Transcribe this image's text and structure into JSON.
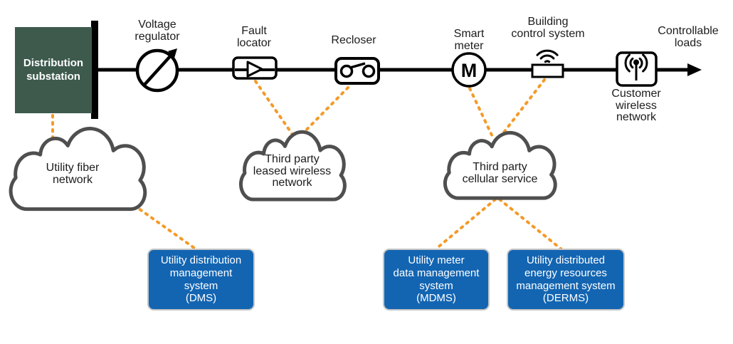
{
  "colors": {
    "link_orange": "#F49A28",
    "system_box_blue": "#1365B2",
    "substation_green": "#3D5A4D",
    "cloud_outline_gray": "#4F4F4F",
    "line_black": "#000000"
  },
  "feeder": {
    "substation_label": "Distribution\nsubstation",
    "voltage_regulator_label": "Voltage\nregulator",
    "fault_locator_label": "Fault\nlocator",
    "recloser_label": "Recloser",
    "smart_meter_label": "Smart\nmeter",
    "smart_meter_letter": "M",
    "building_control_label": "Building\ncontrol system",
    "customer_wireless_label": "Customer\nwireless\nnetwork",
    "controllable_loads_label": "Controllable\nloads"
  },
  "networks": {
    "fiber_label": "Utility fiber\nnetwork",
    "leased_wireless_label": "Third party\nleased wireless\nnetwork",
    "cellular_label": "Third party\ncellular service"
  },
  "systems": {
    "dms_label": "Utility distribution\nmanagement\nsystem\n(DMS)",
    "mdms_label": "Utility meter\ndata management\nsystem\n(MDMS)",
    "derms_label": "Utility distributed\nenergy resources\nmanagement system\n(DERMS)"
  }
}
